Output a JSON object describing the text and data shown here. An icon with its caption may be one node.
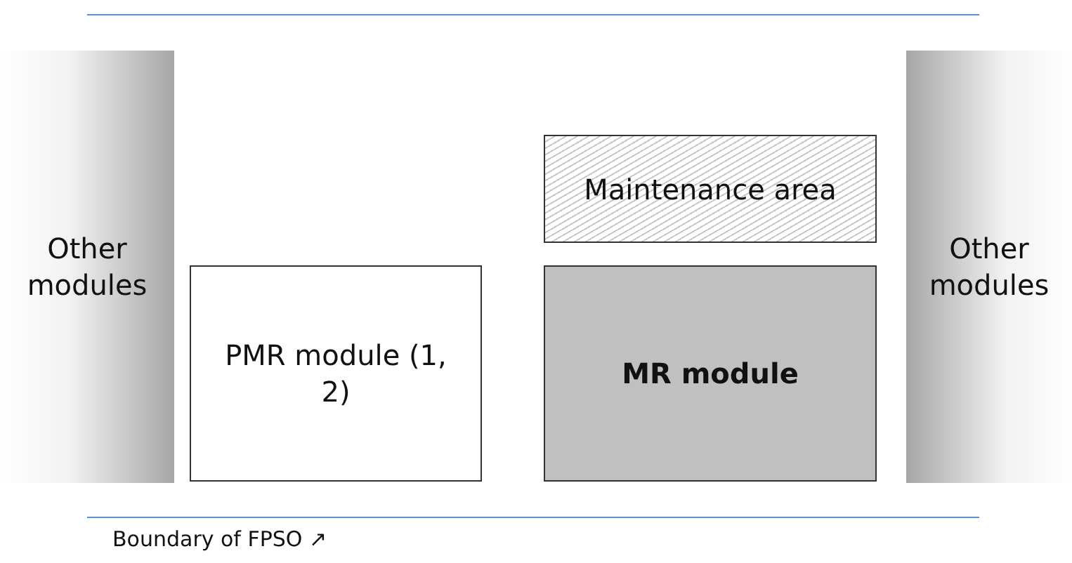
{
  "diagram": {
    "nodes": [
      {
        "text": [
          "Other modules"
        ]
      },
      {
        "text": [
          "Maintenance area"
        ]
      },
      {
        "text": [
          "PMR module (1, 2)"
        ]
      },
      {
        "text": [
          "MR module"
        ]
      },
      {
        "text": [
          "Other modules"
        ]
      }
    ],
    "labels": [
      "Boundary of FPSO ↗"
    ]
  }
}
